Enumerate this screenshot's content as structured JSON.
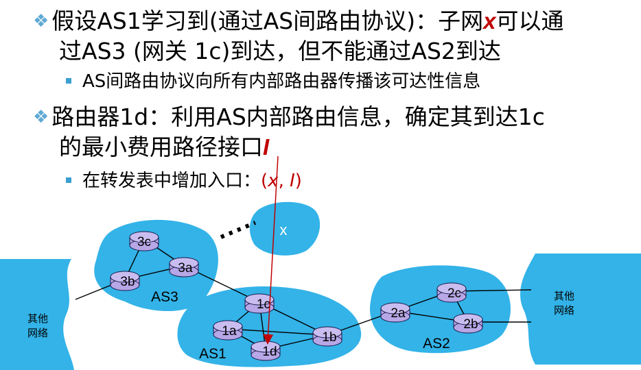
{
  "bullets": {
    "b1_line1_pre": "假设AS1学习到(通过AS间路由协议)：子网",
    "b1_var": "x",
    "b1_line1_post": "可以通",
    "b1_line2": "过AS3 (网关 1c)到达，但不能通过AS2到达",
    "b1_sub": "AS间路由协议向所有内部路由器传播该可达性信息",
    "b2_line1": "路由器1d：利用AS内部路由信息，确定其到达1c",
    "b2_line2_pre": "的最小费用路径接口",
    "b2_var": "I",
    "b2_sub_pre": "在转发表中增加入口：",
    "b2_sub_entry_open": "(",
    "b2_sub_entry_x": "x",
    "b2_sub_entry_sep": ", ",
    "b2_sub_entry_i": "I",
    "b2_sub_entry_close": ")"
  },
  "diagram": {
    "routers": {
      "r3c": "3c",
      "r3a": "3a",
      "r3b": "3b",
      "r1a": "1a",
      "r1b": "1b",
      "r1c": "1c",
      "r1d": "1d",
      "r2a": "2a",
      "r2b": "2b",
      "r2c": "2c"
    },
    "as_labels": {
      "as1": "AS1",
      "as2": "AS2",
      "as3": "AS3"
    },
    "subnet_x": "x",
    "other_networks": {
      "left_1": "其他",
      "left_2": "网络",
      "right_1": "其他",
      "right_2": "网络"
    },
    "colors": {
      "cloud": "#33b3e8",
      "router_fill": "#b7a7e6",
      "router_stroke": "#1a1a4a",
      "arrow": "#c00000",
      "bullet": "#5fa8d3"
    }
  }
}
